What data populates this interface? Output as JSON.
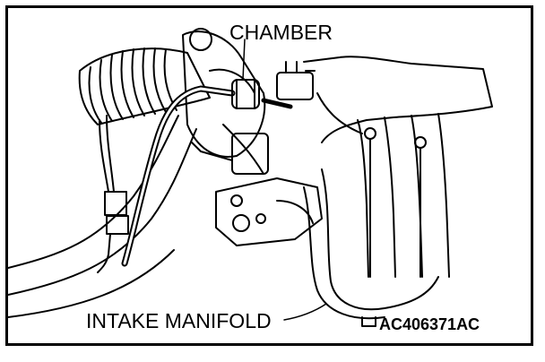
{
  "labels": {
    "chamber": "CHAMBER",
    "intake_manifold": "INTAKE MANIFOLD",
    "figure_code": "AC406371AC"
  }
}
